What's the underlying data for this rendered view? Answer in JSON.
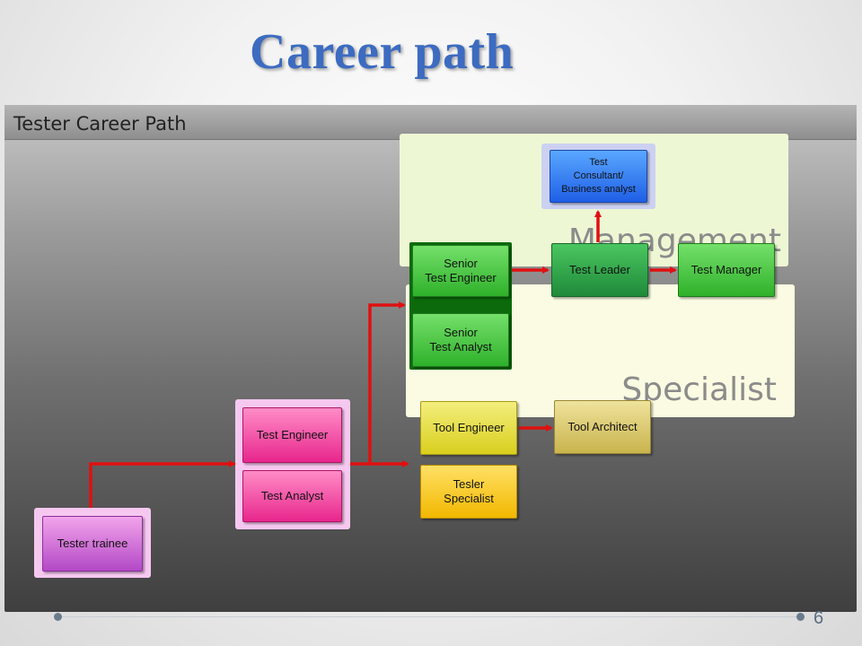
{
  "slide": {
    "title": "Career path",
    "page_number": "6"
  },
  "panel": {
    "title": "Tester Career Path"
  },
  "zones": {
    "management": "Management",
    "specialist": "Specialist"
  },
  "nodes": {
    "tester_trainee": "Tester trainee",
    "test_engineer": "Test Engineer",
    "test_analyst": "Test Analyst",
    "senior_test_engineer": "Senior\nTest Engineer",
    "senior_test_analyst": "Senior\nTest Analyst",
    "test_leader": "Test Leader",
    "test_manager": "Test Manager",
    "test_consultant": "Test\nConsultant/\nBusiness analyst",
    "tool_engineer": "Tool Engineer",
    "tool_architect": "Tool Architect",
    "tesler_specialist": "Tesler\nSpecialist"
  },
  "colors": {
    "title": "#3c6bc0",
    "arrow": "#e01010",
    "management_zone": "#eef7d4",
    "specialist_zone": "#fafbe2"
  }
}
